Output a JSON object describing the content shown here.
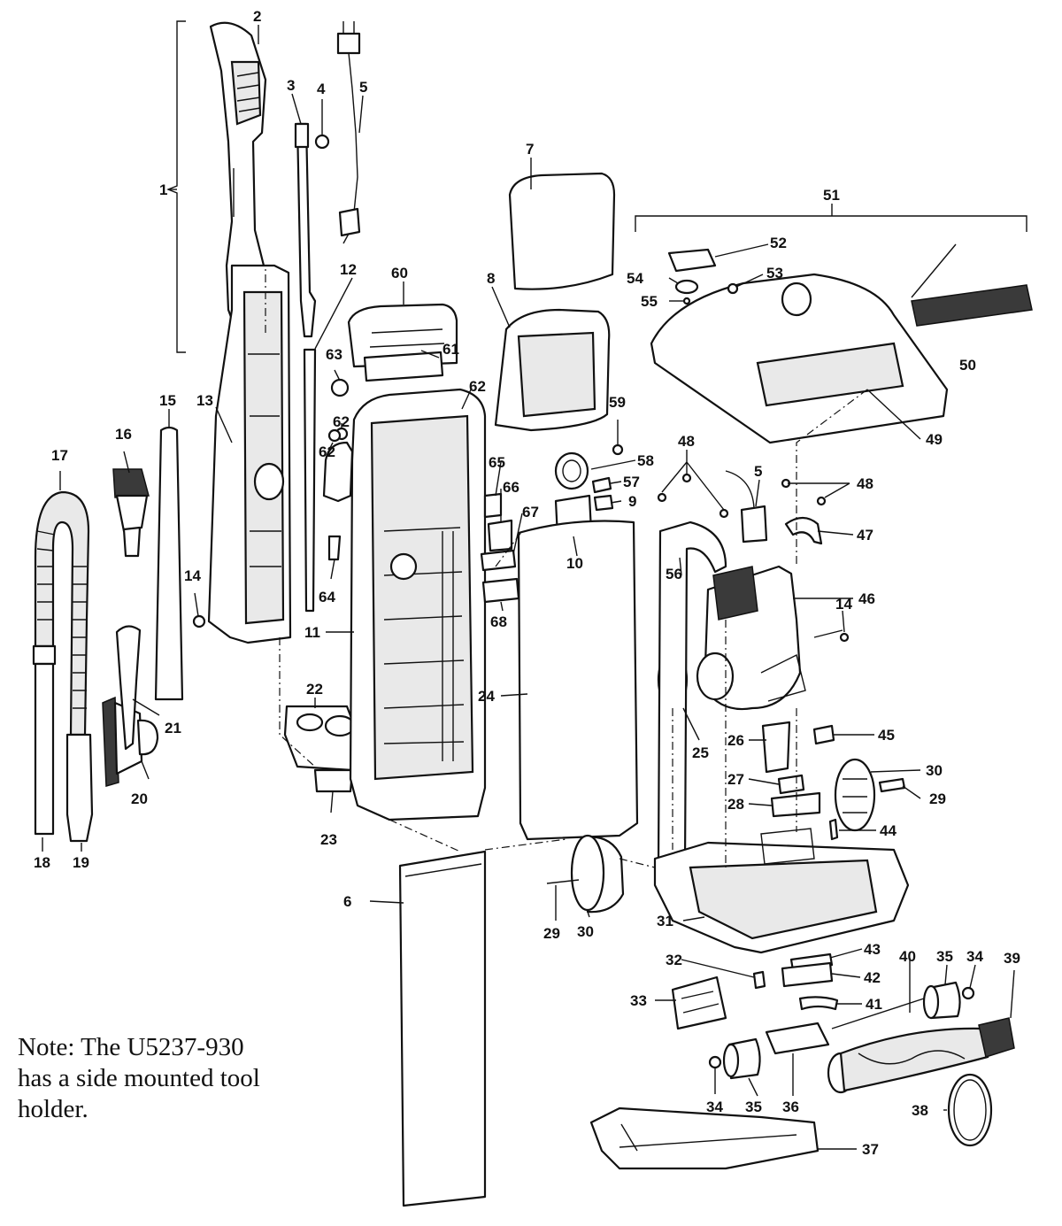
{
  "callouts": {
    "c1": "1",
    "c2": "2",
    "c3": "3",
    "c4": "4",
    "c5a": "5",
    "c5b": "5",
    "c6": "6",
    "c7": "7",
    "c8": "8",
    "c9": "9",
    "c10": "10",
    "c11": "11",
    "c12": "12",
    "c13": "13",
    "c14a": "14",
    "c14b": "14",
    "c15": "15",
    "c16": "16",
    "c17": "17",
    "c18": "18",
    "c19": "19",
    "c20": "20",
    "c21": "21",
    "c22": "22",
    "c23": "23",
    "c24": "24",
    "c25": "25",
    "c26": "26",
    "c27": "27",
    "c28": "28",
    "c29a": "29",
    "c29b": "29",
    "c30a": "30",
    "c30b": "30",
    "c31": "31",
    "c32": "32",
    "c33": "33",
    "c34a": "34",
    "c34b": "34",
    "c35a": "35",
    "c35b": "35",
    "c36": "36",
    "c37": "37",
    "c38": "38",
    "c39": "39",
    "c40": "40",
    "c41": "41",
    "c42": "42",
    "c43": "43",
    "c44": "44",
    "c45": "45",
    "c46": "46",
    "c47": "47",
    "c48a": "48",
    "c48b": "48",
    "c49": "49",
    "c50": "50",
    "c51": "51",
    "c52": "52",
    "c53": "53",
    "c54": "54",
    "c55": "55",
    "c56": "56",
    "c57": "57",
    "c58": "58",
    "c59": "59",
    "c60": "60",
    "c61": "61",
    "c62a": "62",
    "c62b": "62",
    "c62c": "62",
    "c63": "63",
    "c64": "64",
    "c65": "65",
    "c66": "66",
    "c67": "67",
    "c68": "68"
  },
  "note": {
    "line1": "Note: The U5237-930",
    "line2": "has a side mounted tool",
    "line3": "holder."
  }
}
